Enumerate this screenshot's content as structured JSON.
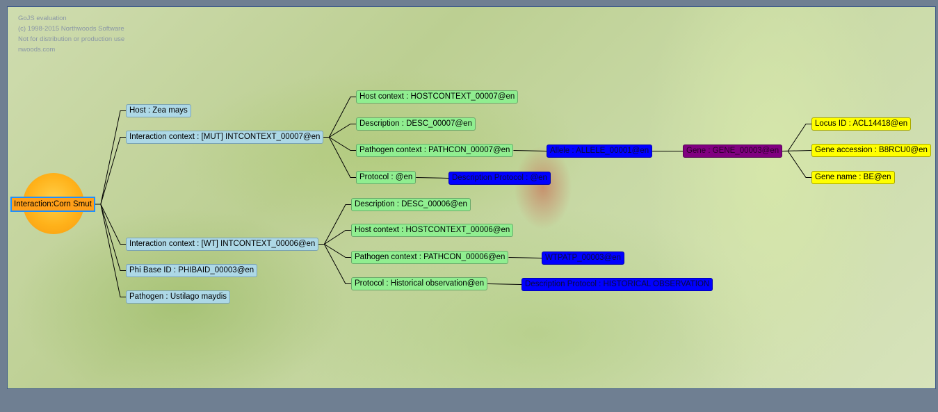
{
  "watermark": {
    "line1": "GoJS evaluation",
    "line2": "(c) 1998-2015 Northwoods Software",
    "line3": "Not for distribution or production use",
    "line4": "nwoods.com"
  },
  "colors": {
    "root": "#ff9f1a",
    "root_border": "#1e90ff",
    "level1": "#add8e6",
    "level2": "#90ee90",
    "detail": "#0000ff",
    "gene": "#800080",
    "gene_attr": "#ffff00",
    "link": "#000000"
  },
  "diagram": {
    "root": {
      "label": "Interaction:Corn Smut"
    },
    "nodes": {
      "host": "Host : Zea mays",
      "ic_mut": "Interaction context : [MUT] INTCONTEXT_00007@en",
      "ic_wt": "Interaction context : [WT] INTCONTEXT_00006@en",
      "phibase": "Phi Base ID : PHIBAID_00003@en",
      "pathogen": "Pathogen : Ustilago maydis",
      "host_ctx_7": "Host context : HOSTCONTEXT_00007@en",
      "desc_7": "Description : DESC_00007@en",
      "path_ctx_7": "Pathogen context : PATHCON_00007@en",
      "protocol_7": "Protocol : @en",
      "allele": "Allele : ALLELE_00001@en",
      "gene": "Gene : GENE_00003@en",
      "locus": "Locus ID : ACL14418@en",
      "accession": "Gene accession : B8RCU0@en",
      "gene_name": "Gene name : BE@en",
      "desc_protocol_7": "Description Protocol : @en",
      "desc_6": "Description : DESC_00006@en",
      "host_ctx_6": "Host context : HOSTCONTEXT_00006@en",
      "path_ctx_6": "Pathogen context : PATHCON_00006@en",
      "wtpath": "WTPATP_00003@en",
      "protocol_6": "Protocol : Historical observation@en",
      "desc_protocol_6": "Description Protocol : HISTORICAL OBSERVATION"
    },
    "links": [
      [
        "root",
        "host"
      ],
      [
        "root",
        "ic_mut"
      ],
      [
        "root",
        "ic_wt"
      ],
      [
        "root",
        "phibase"
      ],
      [
        "root",
        "pathogen"
      ],
      [
        "ic_mut",
        "host_ctx_7"
      ],
      [
        "ic_mut",
        "desc_7"
      ],
      [
        "ic_mut",
        "path_ctx_7"
      ],
      [
        "ic_mut",
        "protocol_7"
      ],
      [
        "path_ctx_7",
        "allele"
      ],
      [
        "allele",
        "gene"
      ],
      [
        "gene",
        "locus"
      ],
      [
        "gene",
        "accession"
      ],
      [
        "gene",
        "gene_name"
      ],
      [
        "protocol_7",
        "desc_protocol_7"
      ],
      [
        "ic_wt",
        "desc_6"
      ],
      [
        "ic_wt",
        "host_ctx_6"
      ],
      [
        "ic_wt",
        "path_ctx_6"
      ],
      [
        "ic_wt",
        "protocol_6"
      ],
      [
        "path_ctx_6",
        "wtpath"
      ],
      [
        "protocol_6",
        "desc_protocol_6"
      ]
    ]
  }
}
